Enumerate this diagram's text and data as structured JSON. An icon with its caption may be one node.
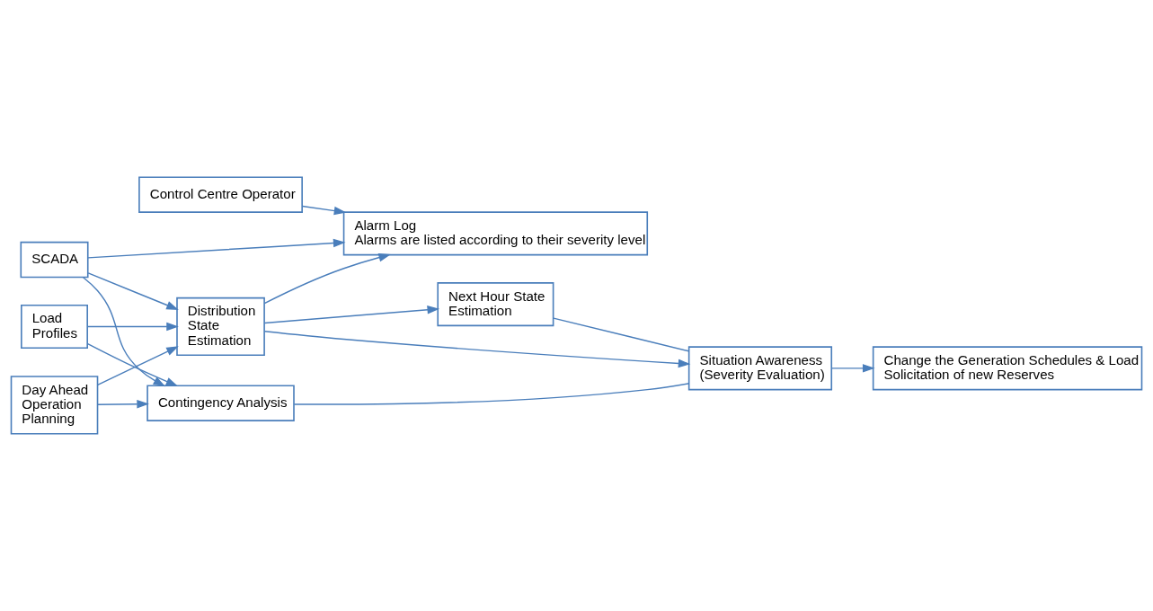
{
  "diagram": {
    "nodes": [
      {
        "text": [
          "Alarm Log",
          "Alarms are listed according to their severity level"
        ]
      },
      {
        "text": [
          "Control Centre Operator"
        ]
      },
      {
        "text": [
          "SCADA"
        ]
      },
      {
        "text": [
          "Load Profiles"
        ]
      },
      {
        "text": [
          "Day Ahead Operation Planning"
        ]
      },
      {
        "text": [
          "Distribution State Estimation"
        ]
      },
      {
        "text": [
          "Next Hour State Estimation"
        ]
      },
      {
        "text": [
          "Situation Awareness (Severity Evaluation)"
        ]
      },
      {
        "text": [
          "Contingency Analysis"
        ]
      },
      {
        "text": [
          "Change the Generation Schedules & Load Solicitation of new Reserves"
        ]
      }
    ],
    "edges": [
      {
        "from": 2,
        "to": 0,
        "arrow": "to"
      },
      {
        "from": 2,
        "to": 5,
        "arrow": "to"
      },
      {
        "from": 3,
        "to": 5,
        "arrow": "to"
      },
      {
        "from": 4,
        "to": 5,
        "arrow": "to"
      },
      {
        "from": 2,
        "to": 8,
        "arrow": "to"
      },
      {
        "from": 3,
        "to": 8,
        "arrow": "to"
      },
      {
        "from": 4,
        "to": 8,
        "arrow": "to"
      },
      {
        "from": 5,
        "to": 0,
        "arrow": "to"
      },
      {
        "from": 1,
        "to": 0,
        "arrow": "to"
      },
      {
        "from": 5,
        "to": 6,
        "arrow": "to"
      },
      {
        "from": 5,
        "to": 7,
        "arrow": "to"
      },
      {
        "from": 6,
        "to": 7,
        "arrow": "none"
      },
      {
        "from": 8,
        "to": 7,
        "arrow": "none"
      },
      {
        "from": 7,
        "to": 9,
        "arrow": "to"
      }
    ]
  }
}
